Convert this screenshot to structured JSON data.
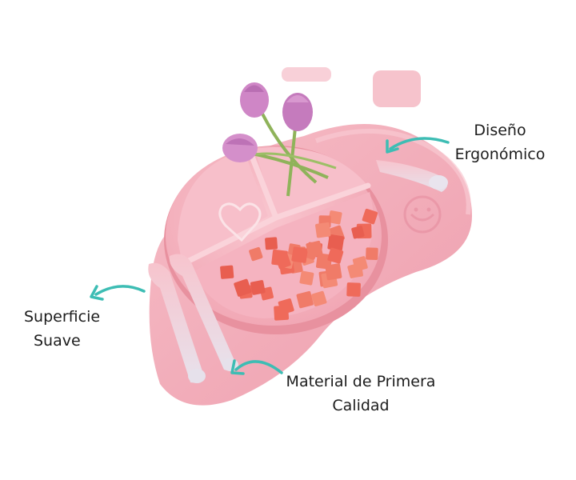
{
  "annotations": {
    "design": {
      "line1": "Diseño",
      "line2": "Ergonómico"
    },
    "surface": {
      "line1": "Superficie",
      "line2": "Suave"
    },
    "material": {
      "line1": "Material de Primera",
      "line2": "Calidad"
    }
  },
  "colors": {
    "mat": "#f2a9b6",
    "plate": "#f5b5c1",
    "plate_shadow": "#e8919f",
    "fruit": "#ef6a5a",
    "tulip": "#cf86c6",
    "stem": "#8fb35a",
    "arrow": "#3dbdb4",
    "spoon_tip": "#ece9ee"
  },
  "icons": [
    "arrow-design-icon",
    "arrow-surface-icon",
    "arrow-material-icon",
    "heart-icon",
    "face-logo-icon"
  ]
}
